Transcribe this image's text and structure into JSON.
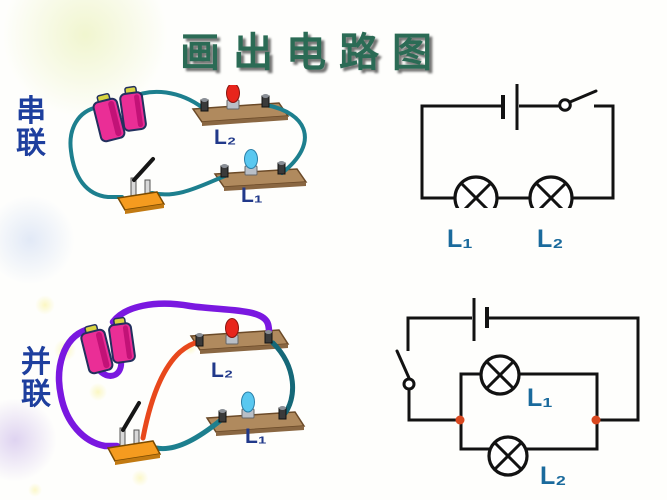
{
  "title": {
    "text": "画出电路图"
  },
  "side_labels": {
    "series": "串联",
    "parallel": "并联"
  },
  "series": {
    "physical_labels": {
      "lamp_top": "L₂",
      "lamp_bottom": "L₁"
    },
    "schematic_labels": {
      "lamp_left": "L₁",
      "lamp_right": "L₂"
    }
  },
  "parallel": {
    "physical_labels": {
      "lamp_top": "L₂",
      "lamp_bottom": "L₁"
    },
    "schematic_labels": {
      "lamp_top_branch": "L₁",
      "lamp_bottom_branch": "L₂"
    }
  },
  "colors": {
    "title_color": "#2b6b55",
    "side_label": "#1e3f9e",
    "physical_label": "#21398a",
    "schematic_label": "#1a6a9c",
    "line": "#121212",
    "wire_series": "#1d7f8e",
    "wire_teal_dark": "#156878",
    "wire_purple": "#7a18e0",
    "wire_orange": "#e8481c",
    "battery_pink": "#ea2e96",
    "battery_cap": "#d8d442",
    "switch_base": "#f59b1f",
    "lamp_base": "#b08a5e",
    "bulb_red": "#e8251c",
    "bulb_blue": "#5ac8f0",
    "junction": "#d9481f",
    "metal_post": "#d8d8d8"
  }
}
